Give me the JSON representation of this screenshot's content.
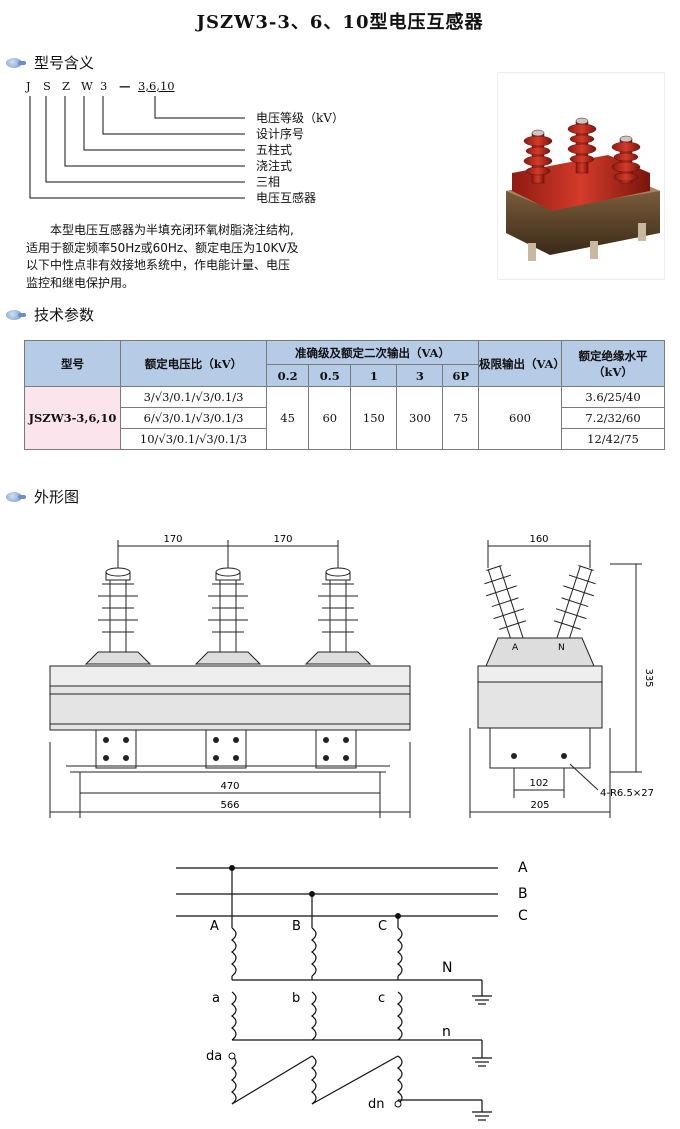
{
  "title": "JSZW3-3、6、10型电压互感器",
  "sections": {
    "model_meaning": "型号含义",
    "tech_params": "技术参数",
    "outline": "外形图"
  },
  "model_code": {
    "letters": [
      "J",
      "S",
      "Z",
      "W",
      "3",
      "—",
      "3,6,10"
    ],
    "meanings": [
      "电压等级（kV）",
      "设计序号",
      "五柱式",
      "浇注式",
      "三相",
      "电压互感器"
    ]
  },
  "description": [
    "本型电压互感器为半填充闭环氧树脂浇注结构,",
    "适用于额定频率50Hz或60Hz、额定电压为10KV及",
    "以下中性点非有效接地系统中，作电能计量、电压",
    "监控和继电保护用。"
  ],
  "table": {
    "headers": {
      "model": "型号",
      "ratio": "额定电压比（kV）",
      "accuracy": "准确级及额定二次输出（VA）",
      "limit": "极限输出（VA）",
      "insulation": "额定绝缘水平（kV）"
    },
    "classes": [
      "0.2",
      "0.5",
      "1",
      "3",
      "6P"
    ],
    "model": "JSZW3-3,6,10",
    "ratios": [
      "3/√3/0.1/√3/0.1/3",
      "6/√3/0.1/√3/0.1/3",
      "10/√3/0.1/√3/0.1/3"
    ],
    "outputs": [
      "45",
      "60",
      "150",
      "300",
      "75"
    ],
    "limit_value": "600",
    "insulation_levels": [
      "3.6/25/40",
      "7.2/32/60",
      "12/42/75"
    ]
  },
  "front_view": {
    "dim_spacing_1": "170",
    "dim_spacing_2": "170",
    "dim_mount": "470",
    "dim_total": "566"
  },
  "side_view": {
    "dim_top": "160",
    "dim_height": "335",
    "dim_mount": "102",
    "dim_width": "205",
    "hole_note": "4-R6.5×27",
    "bushing_a": "A",
    "bushing_n": "N"
  },
  "wiring": {
    "bus_labels": [
      "A",
      "B",
      "C"
    ],
    "primary": [
      "A",
      "B",
      "C"
    ],
    "secondary": [
      "a",
      "b",
      "c"
    ],
    "neutral_primary": "N",
    "neutral_secondary": "n",
    "open_delta_start": "da",
    "open_delta_end": "dn"
  }
}
